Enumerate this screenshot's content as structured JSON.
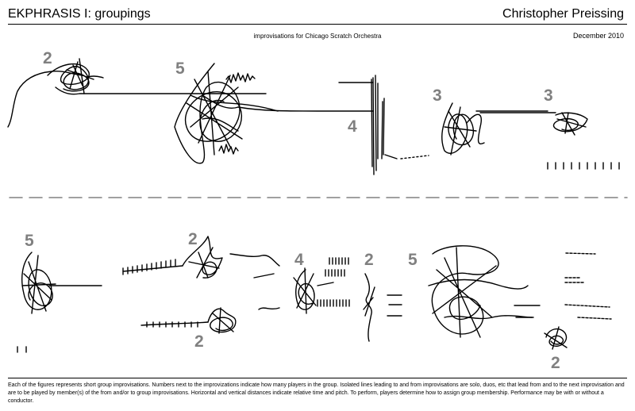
{
  "header": {
    "title": "EKPHRASIS I: groupings",
    "composer": "Christopher Preissing",
    "subtitle": "improvisations for Chicago Scratch Orchestra",
    "date": "December 2010"
  },
  "score": {
    "group_counts": [
      "2",
      "5",
      "4",
      "3",
      "3",
      "5",
      "2",
      "4",
      "2",
      "5",
      "2",
      "2"
    ]
  },
  "footer": {
    "instructions": "Each of the figures represents short group improvisations. Numbers next to the improvizations indicate how many players in the group. Isolated lines leading to and from improvisations are solo, duos, etc that lead from and to the next improvisation and are to be played by member(s) of the from and/or to group improvisations. Horizontal and vertical distances indicate relative time and pitch. To perform, players determine how to assign group membership. Performance may be with or without a conductor."
  }
}
